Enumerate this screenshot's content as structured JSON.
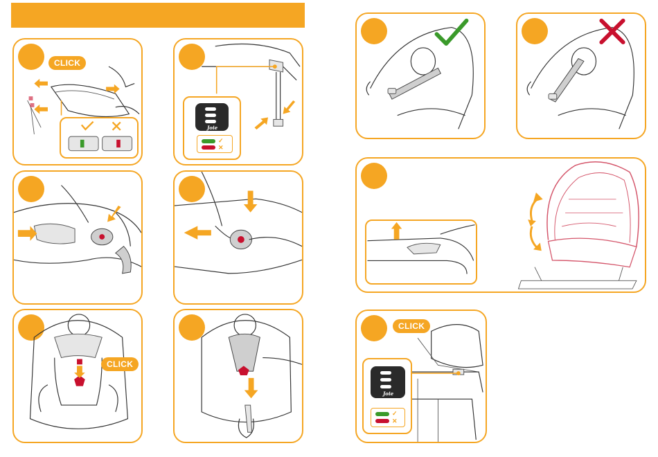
{
  "header": {
    "color": "#f5a623"
  },
  "colors": {
    "accent": "#f5a623",
    "ok": "#3a9a2a",
    "bad": "#c8102e"
  },
  "steps": {
    "base_click_label": "CLICK",
    "harness_click_label": "CLICK",
    "final_click_label": "CLICK",
    "indicator_brand": "Joie",
    "indicator_brand_2": "Joie",
    "check_symbol": "✓",
    "cross_symbol": "✕"
  },
  "icons": [
    "check-icon",
    "cross-icon",
    "arrow-icon",
    "rotate-arrow-icon"
  ]
}
